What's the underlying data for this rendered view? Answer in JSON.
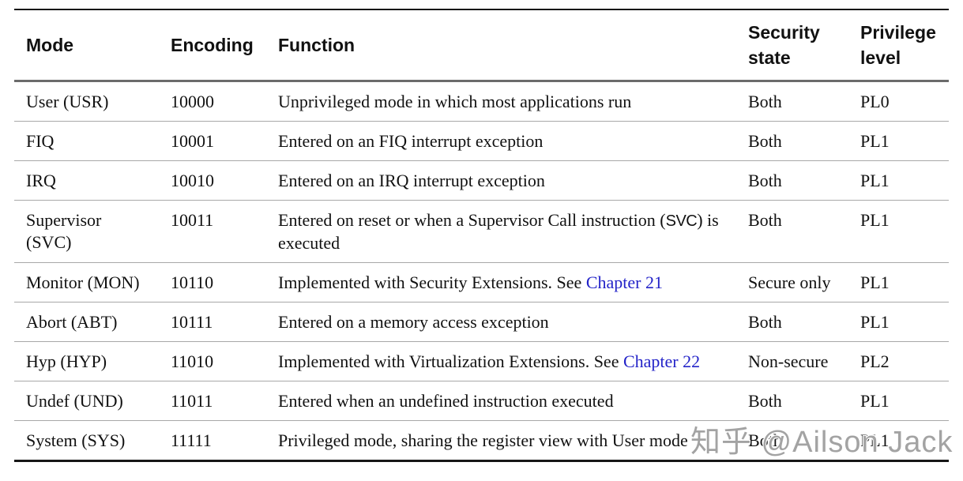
{
  "table": {
    "columns": {
      "mode": "Mode",
      "encoding": "Encoding",
      "function": "Function",
      "security": "Security state",
      "privilege": "Privilege level"
    },
    "rows": [
      {
        "mode": "User (USR)",
        "mode_line2": "",
        "encoding": "10000",
        "function_pre": "Unprivileged mode in which most applications run",
        "function_code": "",
        "function_post": "",
        "function_link": "",
        "security": "Both",
        "privilege": "PL0"
      },
      {
        "mode": "FIQ",
        "mode_line2": "",
        "encoding": "10001",
        "function_pre": "Entered on an FIQ interrupt exception",
        "function_code": "",
        "function_post": "",
        "function_link": "",
        "security": "Both",
        "privilege": "PL1"
      },
      {
        "mode": "IRQ",
        "mode_line2": "",
        "encoding": "10010",
        "function_pre": "Entered on an IRQ interrupt exception",
        "function_code": "",
        "function_post": "",
        "function_link": "",
        "security": "Both",
        "privilege": "PL1"
      },
      {
        "mode": "Supervisor",
        "mode_line2": "(SVC)",
        "encoding": "10011",
        "function_pre": "Entered on reset or when a Supervisor Call instruction (",
        "function_code": "SVC",
        "function_post": ") is executed",
        "function_link": "",
        "security": "Both",
        "privilege": "PL1"
      },
      {
        "mode": "Monitor (MON)",
        "mode_line2": "",
        "encoding": "10110",
        "function_pre": "Implemented with Security Extensions. See ",
        "function_code": "",
        "function_post": "",
        "function_link": "Chapter 21",
        "security": "Secure only",
        "privilege": "PL1"
      },
      {
        "mode": "Abort (ABT)",
        "mode_line2": "",
        "encoding": "10111",
        "function_pre": "Entered on a memory access exception",
        "function_code": "",
        "function_post": "",
        "function_link": "",
        "security": "Both",
        "privilege": "PL1"
      },
      {
        "mode": "Hyp (HYP)",
        "mode_line2": "",
        "encoding": "11010",
        "function_pre": "Implemented with Virtualization Extensions. See ",
        "function_code": "",
        "function_post": "",
        "function_link": "Chapter 22",
        "security": "Non-secure",
        "privilege": "PL2"
      },
      {
        "mode": "Undef (UND)",
        "mode_line2": "",
        "encoding": "11011",
        "function_pre": "Entered when an undefined instruction executed",
        "function_code": "",
        "function_post": "",
        "function_link": "",
        "security": "Both",
        "privilege": "PL1"
      },
      {
        "mode": "System (SYS)",
        "mode_line2": "",
        "encoding": "11111",
        "function_pre": "Privileged mode, sharing the register view with User mode",
        "function_code": "",
        "function_post": "",
        "function_link": "",
        "security": "Both",
        "privilege": "PL1"
      }
    ]
  },
  "watermark": {
    "text": "知乎 @Ailson Jack"
  },
  "colors": {
    "link_blue": "#2323c8",
    "watermark_gray": "#a3a3a3",
    "rule_dark": "#161616",
    "rule_header": "#6b6b6b",
    "rule_row": "#a8a8a8"
  }
}
